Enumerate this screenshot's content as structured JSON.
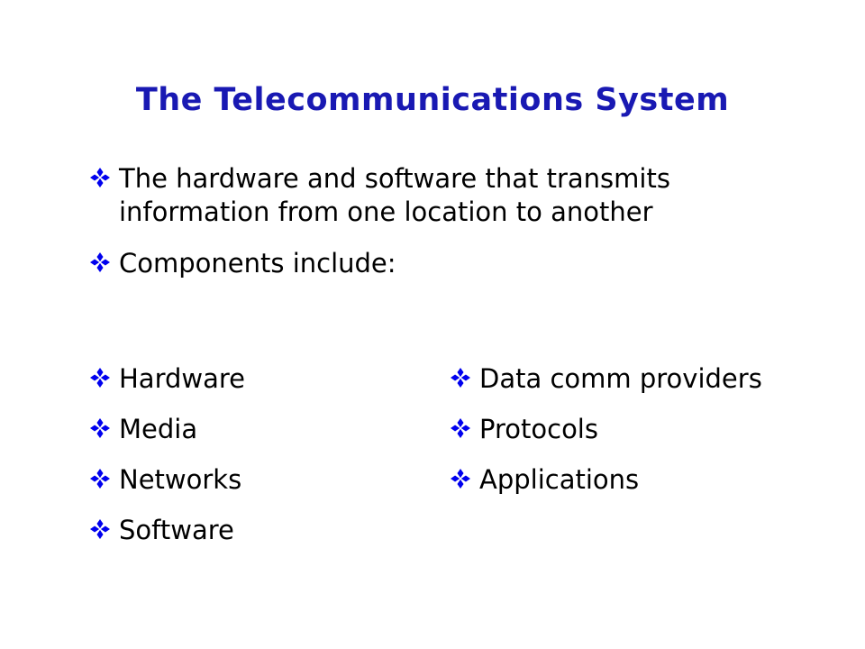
{
  "slide": {
    "title": "The Telecommunications System",
    "colors": {
      "title": "#1919b3",
      "bullet": "#0000ee",
      "text": "#000000",
      "background": "#ffffff"
    },
    "bullet_icon": "diamond-four-point-icon",
    "main_bullets": [
      "The hardware and software that transmits information from one location to another",
      "Components include:"
    ],
    "components_left": [
      "Hardware",
      "Media",
      "Networks",
      "Software"
    ],
    "components_right": [
      "Data comm providers",
      "Protocols",
      "Applications"
    ]
  }
}
